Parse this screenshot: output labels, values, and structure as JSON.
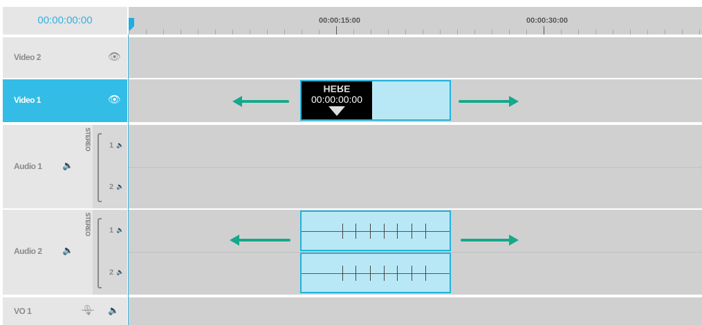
{
  "timecode": "00:00:00:00",
  "ruler": {
    "labels": [
      "00:00:15:00",
      "00:00:30:00"
    ]
  },
  "tracks": {
    "video2": {
      "label": "Video 2"
    },
    "video1": {
      "label": "Video 1"
    },
    "audio1": {
      "label": "Audio 1",
      "stereo": "STEREO",
      "ch1": "1",
      "ch2": "2"
    },
    "audio2": {
      "label": "Audio 2",
      "stereo": "STEREO",
      "ch1": "1",
      "ch2": "2"
    },
    "vo1": {
      "label": "VO 1"
    }
  },
  "clip": {
    "thumb_title": "HERE",
    "thumb_timecode": "00:00:00:00"
  },
  "colors": {
    "accent": "#33bde6",
    "arrow": "#14a98a"
  }
}
